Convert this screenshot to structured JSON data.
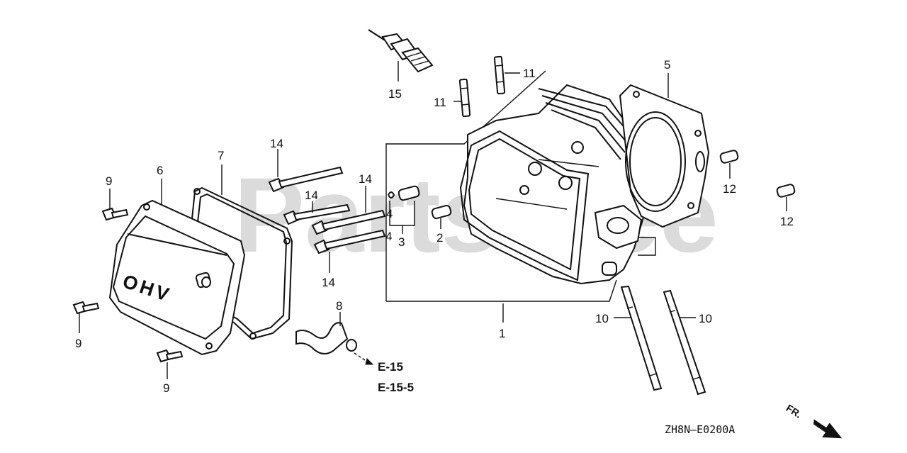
{
  "watermark": "PartsTree",
  "callouts": {
    "c1": "1",
    "c2": "2",
    "c3": "3",
    "c4a": "4",
    "c4b": "4",
    "c5": "5",
    "c6": "6",
    "c7": "7",
    "c8": "8",
    "c9a": "9",
    "c9b": "9",
    "c9c": "9",
    "c10a": "10",
    "c10b": "10",
    "c11a": "11",
    "c11b": "11",
    "c12a": "12",
    "c12b": "12",
    "c14a": "14",
    "c14b": "14",
    "c14c": "14",
    "c14d": "14",
    "c15": "15"
  },
  "cover_lettering": "OHV",
  "references": {
    "ref1": "E-15",
    "ref2": "E-15-5"
  },
  "direction_label": "FR.",
  "drawing_code": "ZH8N–E0200A"
}
